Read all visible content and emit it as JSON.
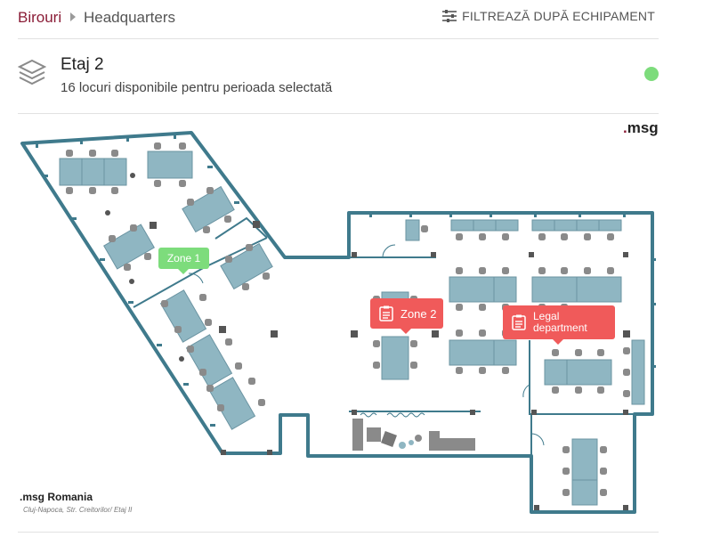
{
  "breadcrumb": {
    "root": "Birouri",
    "current": "Headquarters"
  },
  "filter": {
    "label": "FILTREAZĂ DUPĂ ECHIPAMENT",
    "icon": "sliders-icon"
  },
  "floor": {
    "title": "Etaj 2",
    "subtitle": "16 locuri disponibile pentru perioada selectată",
    "icon": "layers-icon",
    "status_color": "#7ddc7c"
  },
  "logo": {
    "dot": ".",
    "text": "msg"
  },
  "zones": [
    {
      "label": "Zone 1",
      "color": "#7ddc7c"
    },
    {
      "label": "Zone 2",
      "color": "#f05a5a",
      "icon": "clipboard-icon"
    },
    {
      "label_line1": "Legal",
      "label_line2": "department",
      "color": "#f05a5a",
      "icon": "clipboard-icon"
    }
  ],
  "footer": {
    "company": ".msg Romania",
    "address": "Cluj-Napoca, Str. Creitorilor/ Etaj II"
  },
  "colors": {
    "brand": "#8a1c36",
    "wall": "#3f7a8c",
    "desk": "#8fb6c2",
    "chair": "#8a8a8a"
  }
}
